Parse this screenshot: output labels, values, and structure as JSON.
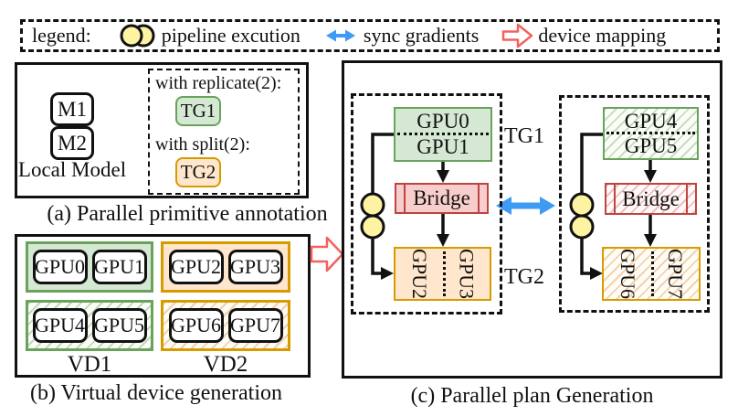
{
  "legend": {
    "title": "legend:",
    "pipeline_label": "pipeline excution",
    "sync_label": "sync gradients",
    "mapping_label": "device mapping"
  },
  "panel_a": {
    "caption": "(a) Parallel primitive annotation",
    "m1": "M1",
    "m2": "M2",
    "local_model_label": "Local Model",
    "replicate_label": "with replicate(2):",
    "tg1": "TG1",
    "split_label": "with split(2):",
    "tg2": "TG2"
  },
  "panel_b": {
    "caption": "(b) Virtual device generation",
    "vd1_label": "VD1",
    "vd2_label": "VD2",
    "groups": {
      "green_solid": [
        "GPU0",
        "GPU1"
      ],
      "orange_solid": [
        "GPU2",
        "GPU3"
      ],
      "green_hatched": [
        "GPU4",
        "GPU5"
      ],
      "orange_hatched": [
        "GPU6",
        "GPU7"
      ]
    }
  },
  "panel_c": {
    "caption": "(c) Parallel plan Generation",
    "tg1_label": "TG1",
    "tg2_label": "TG2",
    "left_plan": {
      "stage1_top": "GPU0",
      "stage1_bottom": "GPU1",
      "bridge": "Bridge",
      "stage2_left": "GPU2",
      "stage2_right": "GPU3"
    },
    "right_plan": {
      "stage1_top": "GPU4",
      "stage1_bottom": "GPU5",
      "bridge": "Bridge",
      "stage2_left": "GPU6",
      "stage2_right": "GPU7"
    }
  },
  "colors": {
    "green_fill": "#d5e8d4",
    "green_border": "#69a35b",
    "orange_fill": "#ffe6cc",
    "orange_border": "#d79b00",
    "red_fill": "#f8cecc",
    "red_border": "#bf4340",
    "yellow_fill": "#fdf3a2",
    "sync_arrow_blue": "#3e9bf4",
    "mapping_arrow_red": "#f2625e"
  }
}
